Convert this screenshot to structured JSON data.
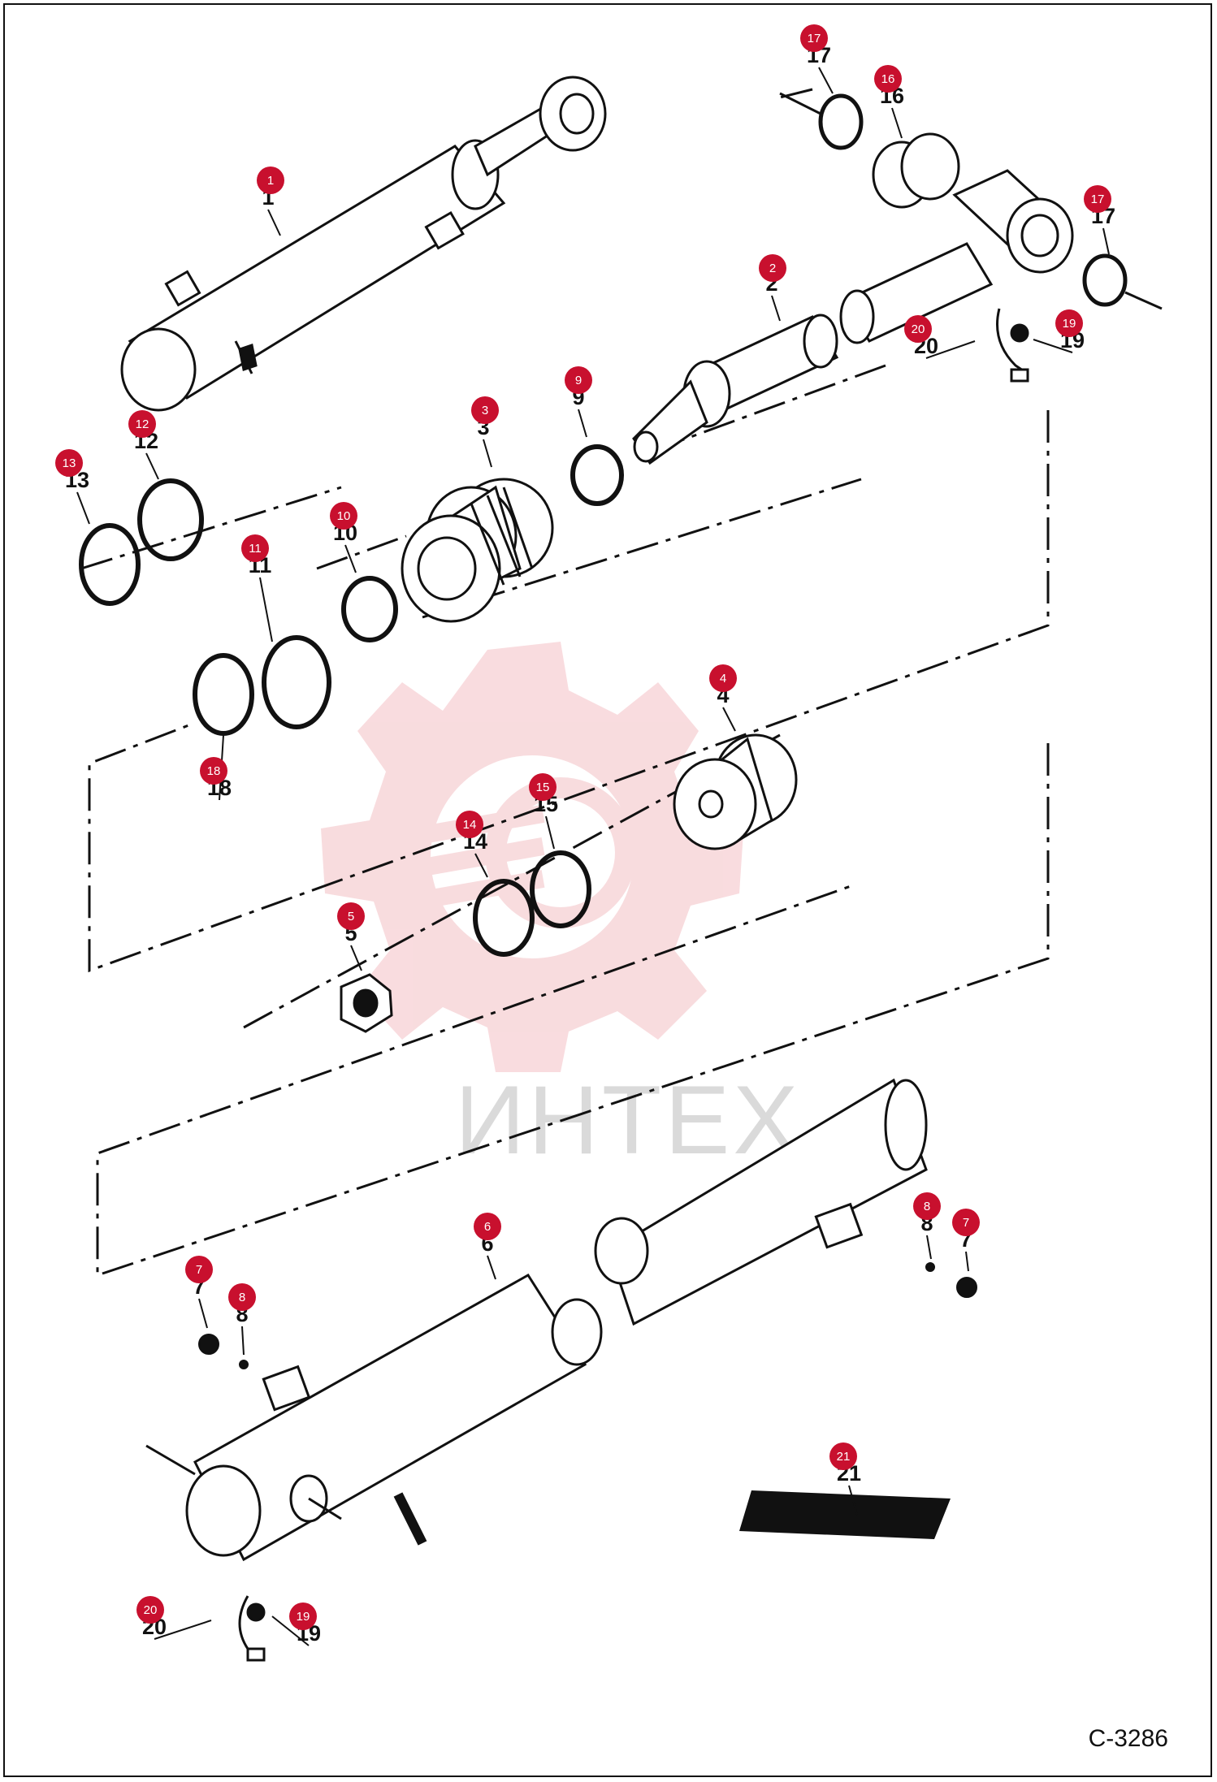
{
  "figure_code": "C-3286",
  "watermark": {
    "text": "ИНТЕХ",
    "color": "#e8838d"
  },
  "callout_color": "#c8102e",
  "callouts": [
    {
      "num": "1",
      "label": "1"
    },
    {
      "num": "2",
      "label": "2"
    },
    {
      "num": "3",
      "label": "3"
    },
    {
      "num": "4",
      "label": "4"
    },
    {
      "num": "5",
      "label": "5"
    },
    {
      "num": "6",
      "label": "6"
    },
    {
      "num": "7",
      "label": "7"
    },
    {
      "num": "7",
      "label": "7"
    },
    {
      "num": "8",
      "label": "8"
    },
    {
      "num": "8",
      "label": "8"
    },
    {
      "num": "9",
      "label": "9"
    },
    {
      "num": "10",
      "label": "10"
    },
    {
      "num": "11",
      "label": "11"
    },
    {
      "num": "12",
      "label": "12"
    },
    {
      "num": "13",
      "label": "13"
    },
    {
      "num": "14",
      "label": "14"
    },
    {
      "num": "15",
      "label": "15"
    },
    {
      "num": "16",
      "label": "16"
    },
    {
      "num": "17",
      "label": "17"
    },
    {
      "num": "17",
      "label": "17"
    },
    {
      "num": "18",
      "label": "18"
    },
    {
      "num": "19",
      "label": "19"
    },
    {
      "num": "19",
      "label": "19"
    },
    {
      "num": "20",
      "label": "20"
    },
    {
      "num": "20",
      "label": "20"
    },
    {
      "num": "21",
      "label": "21"
    }
  ]
}
